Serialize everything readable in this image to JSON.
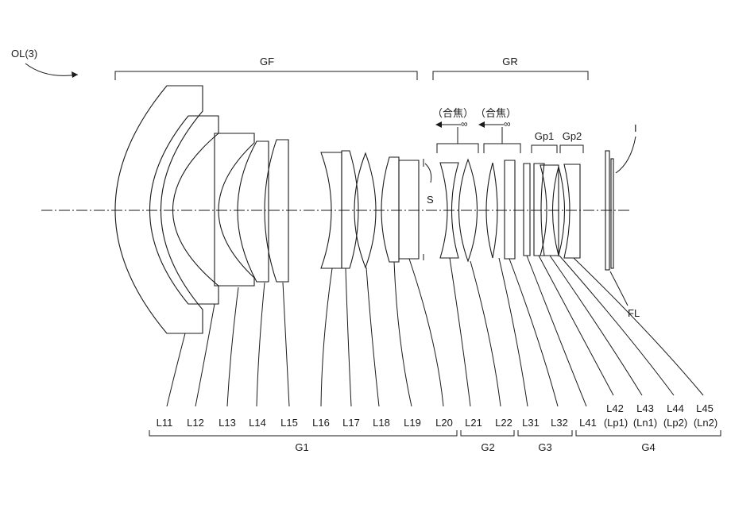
{
  "figure_label": "OL(3)",
  "top_groups": {
    "front": "GF",
    "rear": "GR",
    "gp1": "Gp1",
    "gp2": "Gp2"
  },
  "focus": {
    "label1": "（合焦）",
    "label2": "（合焦）",
    "inf1": "∞",
    "inf2": "∞"
  },
  "markers": {
    "stop": "S",
    "image": "I",
    "filter": "FL"
  },
  "lens_labels": {
    "L11": "L11",
    "L12": "L12",
    "L13": "L13",
    "L14": "L14",
    "L15": "L15",
    "L16": "L16",
    "L17": "L17",
    "L18": "L18",
    "L19": "L19",
    "L20": "L20",
    "L21": "L21",
    "L22": "L22",
    "L31": "L31",
    "L32": "L32",
    "L41": "L41",
    "L42": "L42",
    "L43": "L43",
    "L44": "L44",
    "L45": "L45",
    "Lp1": "(Lp1)",
    "Ln1": "(Ln1)",
    "Lp2": "(Lp2)",
    "Ln2": "(Ln2)"
  },
  "bottom_groups": {
    "G1": "G1",
    "G2": "G2",
    "G3": "G3",
    "G4": "G4"
  }
}
